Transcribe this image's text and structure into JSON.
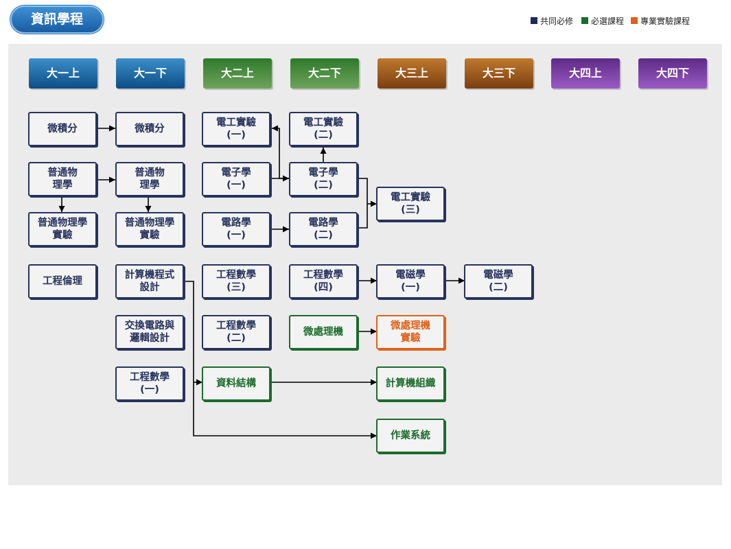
{
  "header": {
    "title": "資訊學程"
  },
  "legend": [
    {
      "label": "共同必修",
      "color": "#1f2a5c"
    },
    {
      "label": "必選課程",
      "color": "#1c6b2d"
    },
    {
      "label": "專業實驗課程",
      "color": "#e0621a"
    }
  ],
  "semesters": [
    "大一上",
    "大一下",
    "大二上",
    "大二下",
    "大三上",
    "大三下",
    "大四上",
    "大四下"
  ],
  "courses": {
    "calc1": [
      "微積分"
    ],
    "calc2": [
      "微積分"
    ],
    "phys1": [
      "普通物",
      "理學"
    ],
    "phys2": [
      "普通物",
      "理學"
    ],
    "physlab1": [
      "普通物理學",
      "實驗"
    ],
    "physlab2": [
      "普通物理學",
      "實驗"
    ],
    "ethics": [
      "工程倫理"
    ],
    "prog": [
      "計算機程式",
      "設計"
    ],
    "switch": [
      "交換電路與",
      "邏輯設計"
    ],
    "em1_math": [
      "工程數學",
      "(一)"
    ],
    "eelab1": [
      "電工實驗",
      "(一)"
    ],
    "eelab2": [
      "電工實驗",
      "(二)"
    ],
    "eelab3": [
      "電工實驗",
      "(三)"
    ],
    "elec1": [
      "電子學",
      "(一)"
    ],
    "elec2": [
      "電子學",
      "(二)"
    ],
    "circ1": [
      "電路學",
      "(一)"
    ],
    "circ2": [
      "電路學",
      "(二)"
    ],
    "math3": [
      "工程數學",
      "(三)"
    ],
    "math4": [
      "工程數學",
      "(四)"
    ],
    "math2": [
      "工程數學",
      "(二)"
    ],
    "emag1": [
      "電磁學",
      "(一)"
    ],
    "emag2": [
      "電磁學",
      "(二)"
    ],
    "micro": [
      "微處理機"
    ],
    "microlab": [
      "微處理機",
      "實驗"
    ],
    "ds": [
      "資料結構"
    ],
    "co": [
      "計算機組織"
    ],
    "os": [
      "作業系統"
    ]
  }
}
